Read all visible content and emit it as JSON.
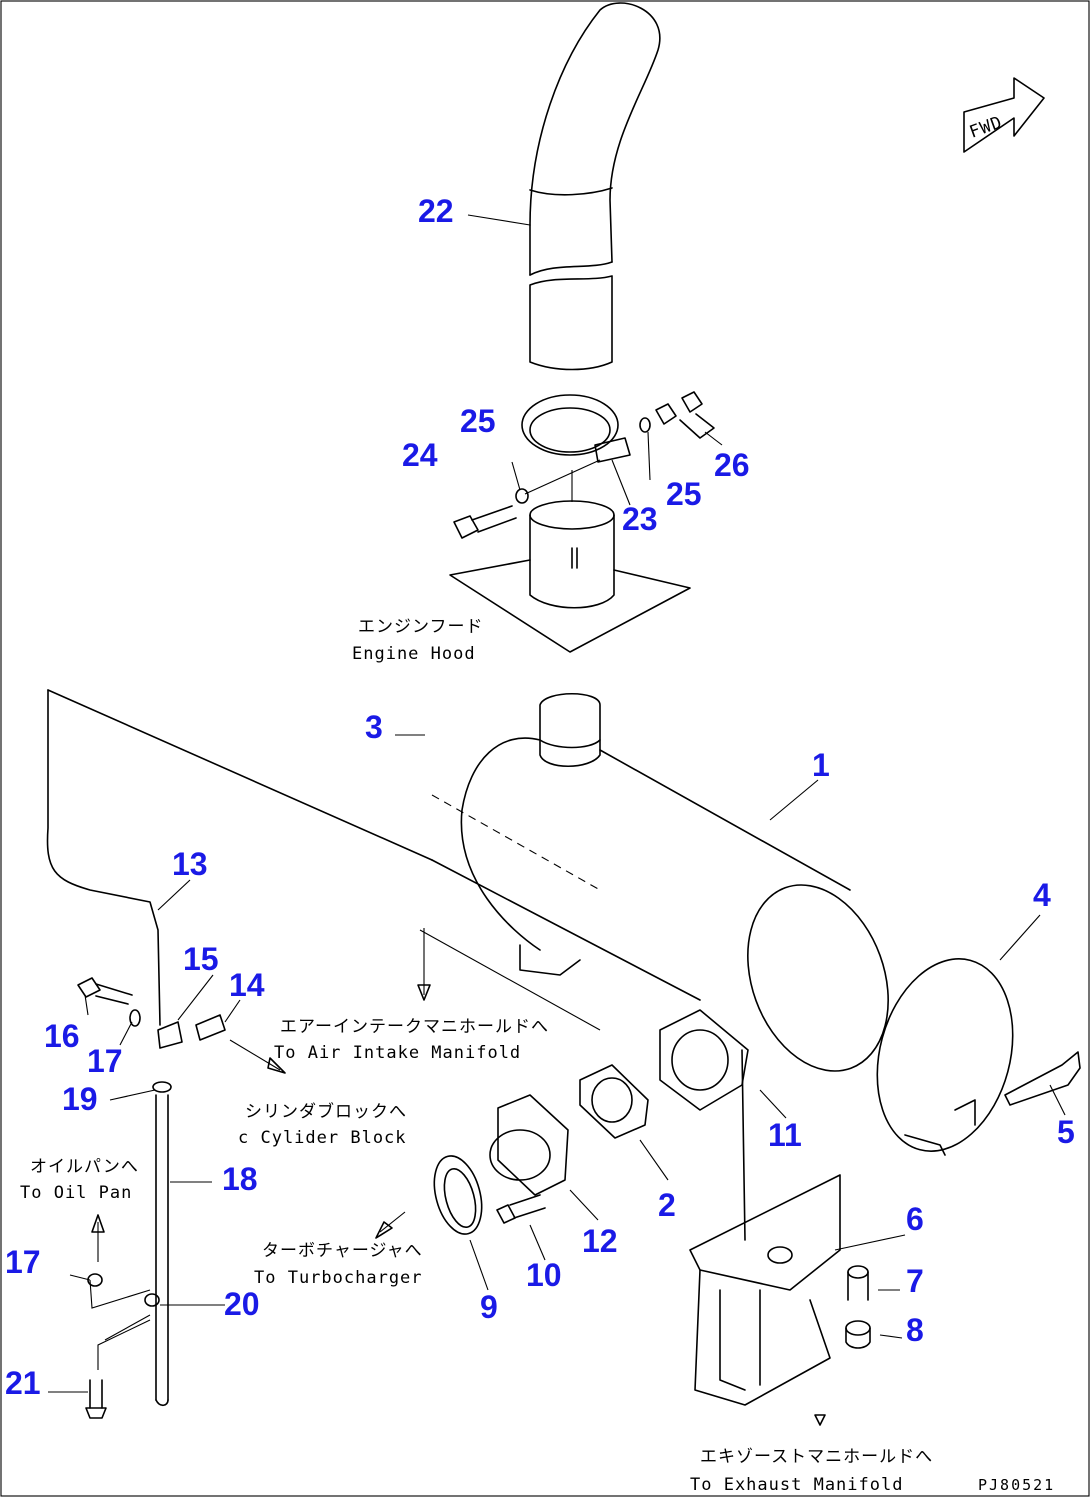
{
  "callouts": {
    "c1": "1",
    "c2": "2",
    "c3": "3",
    "c4": "4",
    "c5": "5",
    "c6": "6",
    "c7": "7",
    "c8": "8",
    "c9": "9",
    "c10": "10",
    "c11": "11",
    "c12": "12",
    "c13": "13",
    "c14": "14",
    "c15": "15",
    "c16": "16",
    "c17a": "17",
    "c17b": "17",
    "c18": "18",
    "c19": "19",
    "c20": "20",
    "c21": "21",
    "c22": "22",
    "c23": "23",
    "c24": "24",
    "c25a": "25",
    "c25b": "25",
    "c26": "26"
  },
  "notes": {
    "engine_hood_jp": "エンジンフード",
    "engine_hood_en": "Engine Hood",
    "air_intake_jp": "エアーインテークマニホールドへ",
    "air_intake_en": "To Air Intake Manifold",
    "cylinder_jp": "シリンダブロックへ",
    "cylinder_en": "c Cylider Block",
    "oil_pan_jp": "オイルパンへ",
    "oil_pan_en": "To Oil Pan",
    "turbo_jp": "ターボチャージャへ",
    "turbo_en": "To Turbocharger",
    "exhaust_jp": "エキゾーストマニホールドへ",
    "exhaust_en": "To Exhaust Manifold"
  },
  "fwd_label": "FWD",
  "drawing_code": "PJ80521",
  "colors": {
    "callout": "#1a1ae6",
    "line": "#000000",
    "background": "#ffffff"
  }
}
